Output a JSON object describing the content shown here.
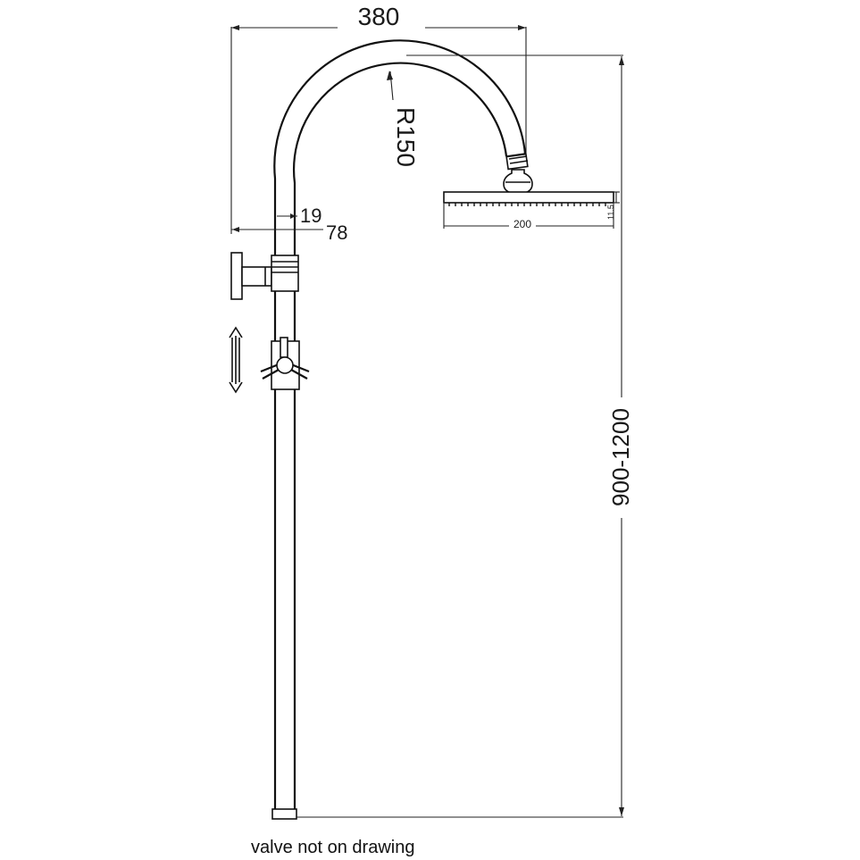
{
  "dimensions": {
    "width_overall": "380",
    "arc_radius": "R150",
    "pipe_diameter": "19",
    "wall_offset": "78",
    "head_width": "200",
    "head_height": "11.5",
    "height_range": "900-1200"
  },
  "caption": "valve not on drawing",
  "colors": {
    "line": "#111111",
    "background": "#ffffff"
  },
  "icons": {
    "adjust_arrow": "double-arrow-vertical-icon"
  }
}
